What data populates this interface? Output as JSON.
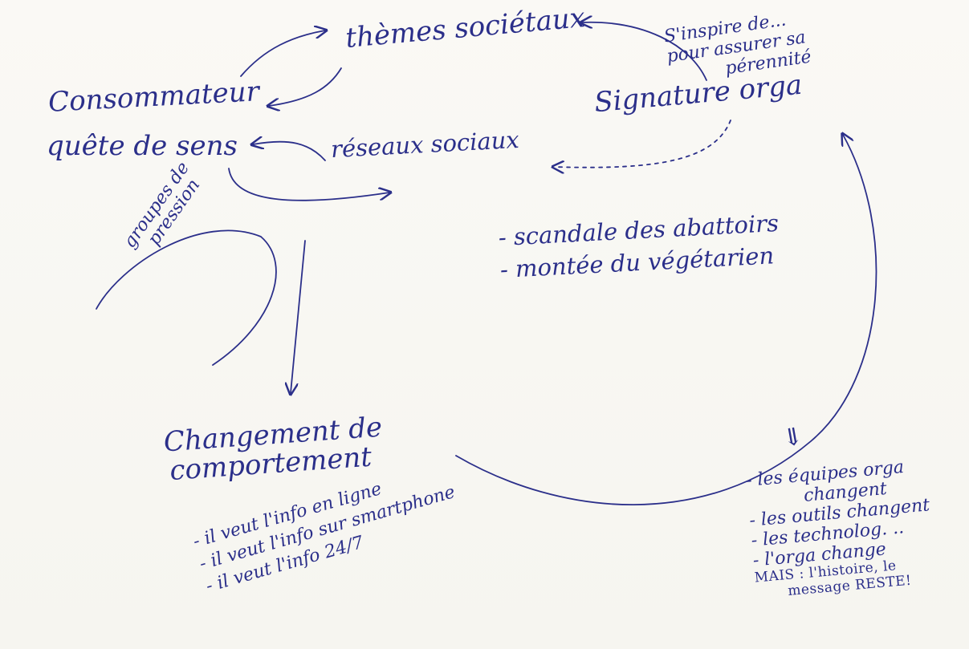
{
  "nodes": {
    "themes_societaux": "thèmes sociétaux",
    "consommateur": "Consommateur",
    "quete_de_sens": "quête de sens",
    "reseaux_sociaux": "réseaux sociaux",
    "signature_orga": "Signature orga",
    "inspire": [
      "S'inspire de...",
      "pour assurer sa",
      "pérennité"
    ],
    "changement": [
      "Changement de",
      "comportement"
    ],
    "groupes": [
      "groupes de",
      "pression"
    ]
  },
  "notes": {
    "facts": [
      "- scandale des abattoirs",
      "- montée du végétarien"
    ],
    "bullets": [
      "- il veut l'info en ligne",
      "- il veut l'info sur smartphone",
      "- il veut l'info 24/7"
    ],
    "therefore": "⇓",
    "evolution": [
      "- les équipes orga",
      "changent",
      "- les outils changent",
      "- les technolog. ..",
      "- l'orga change"
    ],
    "but": [
      "MAIS : l'histoire, le",
      "message RESTE!"
    ]
  },
  "colors": {
    "ink": "#2b2f8a",
    "paper": "#f8f7f3"
  }
}
